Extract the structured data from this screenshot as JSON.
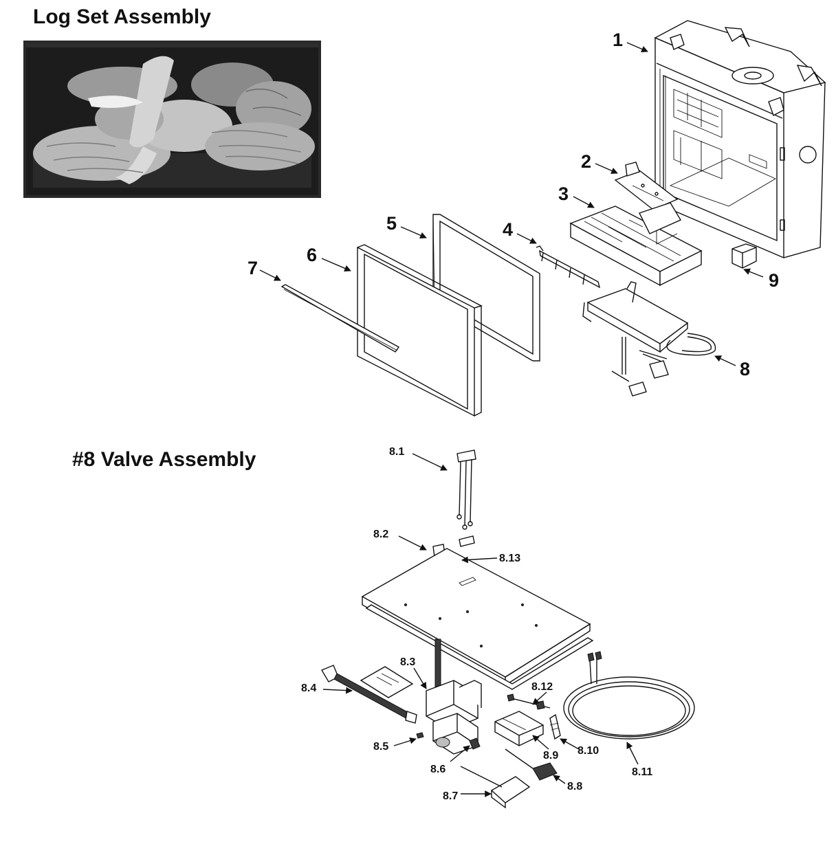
{
  "headings": {
    "log_set": "Log Set Assembly",
    "valve": "#8 Valve Assembly"
  },
  "callouts": {
    "c1": "1",
    "c2": "2",
    "c3": "3",
    "c4": "4",
    "c5": "5",
    "c6": "6",
    "c7": "7",
    "c8": "8",
    "c9": "9",
    "c8_1": "8.1",
    "c8_2": "8.2",
    "c8_3": "8.3",
    "c8_4": "8.4",
    "c8_5": "8.5",
    "c8_6": "8.6",
    "c8_7": "8.7",
    "c8_8": "8.8",
    "c8_9": "8.9",
    "c8_10": "8.10",
    "c8_11": "8.11",
    "c8_12": "8.12",
    "c8_13": "8.13"
  },
  "colors": {
    "line": "#111111",
    "photo_background": "#1a1a1a",
    "log_light": "#c9c9c9",
    "log_mid": "#8f8f8f"
  }
}
